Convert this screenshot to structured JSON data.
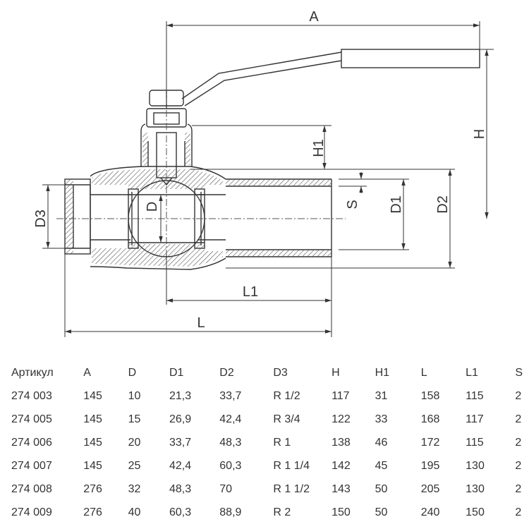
{
  "diagram": {
    "labels": {
      "a": "A",
      "h": "H",
      "h1": "H1",
      "s": "S",
      "d": "D",
      "d1": "D1",
      "d2": "D2",
      "d3": "D3",
      "l": "L",
      "l1": "L1"
    }
  },
  "table": {
    "columns": [
      "Артикул",
      "A",
      "D",
      "D1",
      "D2",
      "D3",
      "H",
      "H1",
      "L",
      "L1",
      "S"
    ],
    "rows": [
      [
        "274 003",
        "145",
        "10",
        "21,3",
        "33,7",
        "R 1/2",
        "117",
        "31",
        "158",
        "115",
        "2"
      ],
      [
        "274 005",
        "145",
        "15",
        "26,9",
        "42,4",
        "R 3/4",
        "122",
        "33",
        "168",
        "117",
        "2"
      ],
      [
        "274 006",
        "145",
        "20",
        "33,7",
        "48,3",
        "R 1",
        "138",
        "46",
        "172",
        "115",
        "2"
      ],
      [
        "274 007",
        "145",
        "25",
        "42,4",
        "60,3",
        "R 1 1/4",
        "142",
        "45",
        "195",
        "130",
        "2"
      ],
      [
        "274 008",
        "276",
        "32",
        "48,3",
        "70",
        "R 1 1/2",
        "143",
        "50",
        "205",
        "130",
        "2"
      ],
      [
        "274 009",
        "276",
        "40",
        "60,3",
        "88,9",
        "R 2",
        "150",
        "50",
        "240",
        "150",
        "2"
      ]
    ]
  }
}
